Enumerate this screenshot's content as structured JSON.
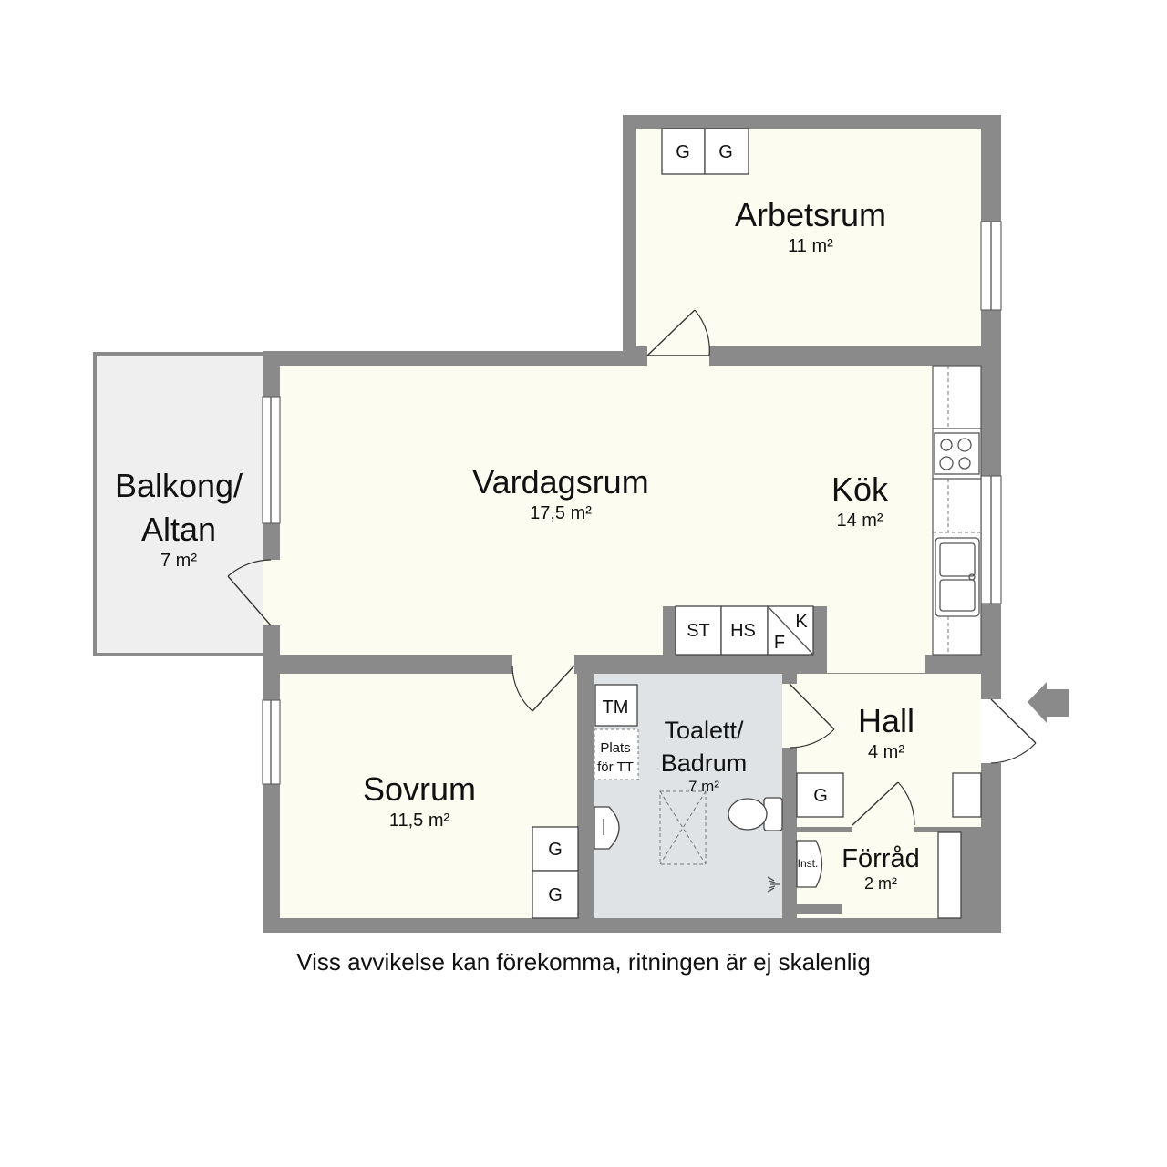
{
  "rooms": {
    "arbetsrum": {
      "name": "Arbetsrum",
      "area": "11 m²"
    },
    "vardagsrum": {
      "name": "Vardagsrum",
      "area": "17,5 m²"
    },
    "kok": {
      "name": "Kök",
      "area": "14 m²"
    },
    "balkong": {
      "name_line1": "Balkong/",
      "name_line2": "Altan",
      "area": "7 m²"
    },
    "sovrum": {
      "name": "Sovrum",
      "area": "11,5 m²"
    },
    "toalett": {
      "name_line1": "Toalett/",
      "name_line2": "Badrum",
      "area": "7 m²"
    },
    "hall": {
      "name": "Hall",
      "area": "4 m²"
    },
    "forrad": {
      "name": "Förråd",
      "area": "2 m²"
    }
  },
  "fixtures": {
    "wardrobe": "G",
    "st": "ST",
    "hs": "HS",
    "f": "F",
    "k": "K",
    "tm": "TM",
    "plats_line1": "Plats",
    "plats_line2": "för TT",
    "inst": "Inst."
  },
  "disclaimer": "Viss avvikelse kan förekomma, ritningen är ej skalenlig",
  "colors": {
    "wall": "#8a8a8a",
    "room": "#fdfcf1",
    "balcony": "#efefef",
    "bathroom": "#dfe3e5"
  }
}
